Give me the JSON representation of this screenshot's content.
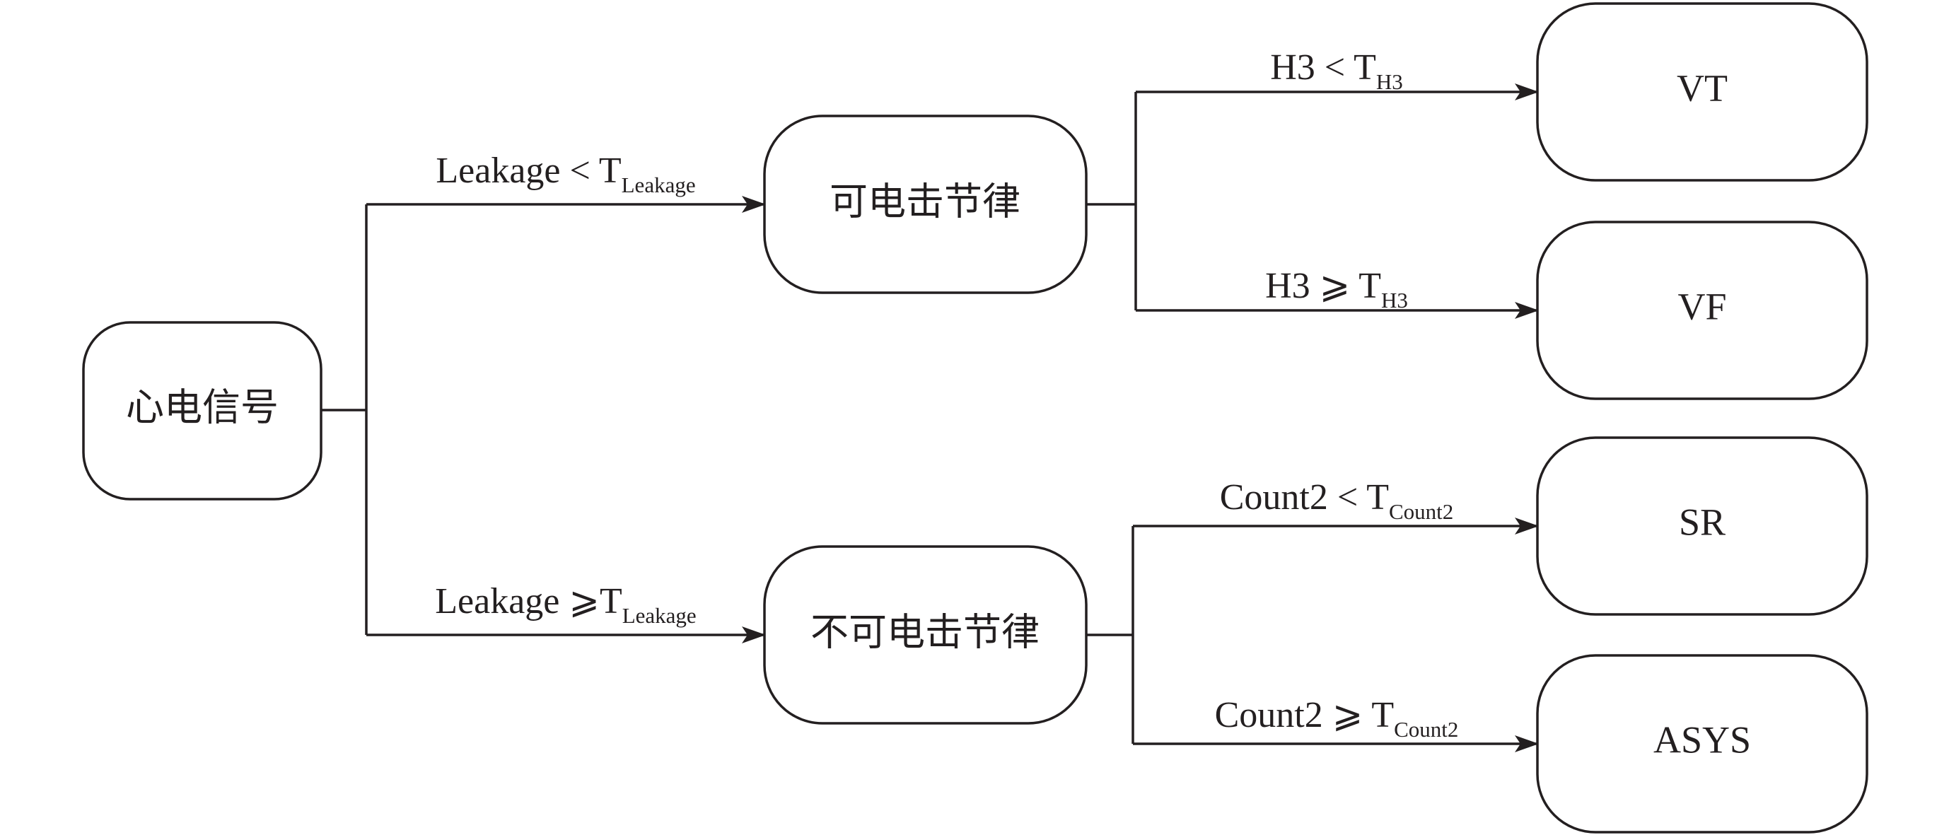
{
  "colors": {
    "stroke": "#231f20",
    "background": "#ffffff"
  },
  "nodes": {
    "root": "心电信号",
    "shockable": "可电击节律",
    "non_shockable": "不可电击节律",
    "vt": "VT",
    "vf": "VF",
    "sr": "SR",
    "asys": "ASYS"
  },
  "edges": {
    "leakage_lt": {
      "main": "Leakage < T",
      "sub": "Leakage"
    },
    "leakage_ge": {
      "main": "Leakage ⩾T",
      "sub": "Leakage"
    },
    "h3_lt": {
      "main": "H3 < T",
      "sub": "H3"
    },
    "h3_ge": {
      "main": "H3 ⩾ T",
      "sub": "H3"
    },
    "count2_lt": {
      "main": "Count2 < T",
      "sub": "Count2"
    },
    "count2_ge": {
      "main": "Count2 ⩾ T",
      "sub": "Count2"
    }
  }
}
